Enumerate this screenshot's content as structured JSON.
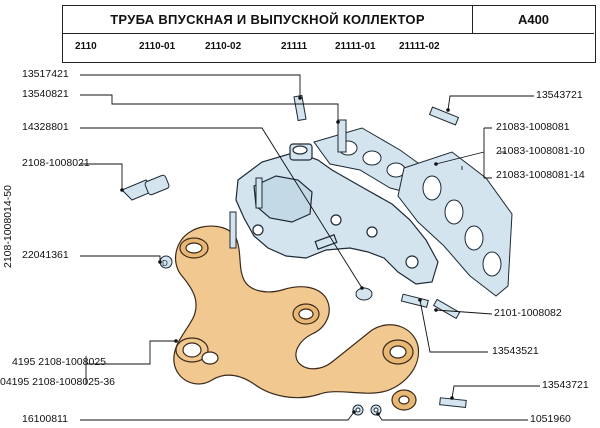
{
  "header": {
    "title": "ТРУБА ВПУСКНАЯ И ВЫПУСКНОЙ КОЛЛЕКТОР",
    "code": "А400",
    "models": [
      "2110",
      "2110-01",
      "2110-02",
      "21111",
      "21111-01",
      "21111-02"
    ]
  },
  "side_label": "2108-1008014-50",
  "parts_left": {
    "p1": "13517421",
    "p2": "13540821",
    "p3": "14328801",
    "p4": "2108-1008021",
    "p5": "22041361",
    "p6a": "4195  2108-1008025",
    "p6b": "04195  2108-1008025-36",
    "p7": "16100811"
  },
  "parts_right": {
    "r1": "13543721",
    "r2": "21083-1008081",
    "r3": "21083-1008081-10",
    "r4": "21083-1008081-14",
    "r5": "2101-1008082",
    "r6": "13543521",
    "r7": "13543721",
    "r8": "1051960"
  },
  "colors": {
    "exhaust": "#f2c891",
    "exhaust_stroke": "#3a2a1a",
    "intake": "#d3e4ee",
    "intake_stroke": "#1d2a35",
    "line": "#111111"
  }
}
